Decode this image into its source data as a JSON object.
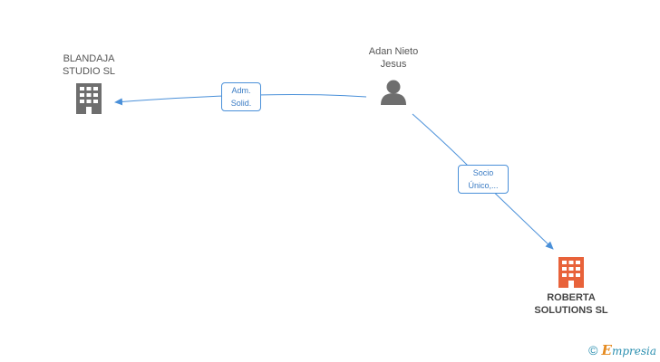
{
  "nodes": {
    "blandaja": {
      "label_line1": "BLANDAJA",
      "label_line2": "STUDIO SL",
      "icon": "building-icon",
      "color": "#6e6e6e"
    },
    "adan": {
      "label_line1": "Adan Nieto",
      "label_line2": "Jesus",
      "icon": "person-icon",
      "color": "#6e6e6e"
    },
    "roberta": {
      "label_line1": "ROBERTA",
      "label_line2": "SOLUTIONS SL",
      "icon": "building-icon",
      "color": "#e8623a"
    }
  },
  "edges": {
    "adm": {
      "line1": "Adm.",
      "line2": "Solid."
    },
    "socio": {
      "line1": "Socio",
      "line2": "Único,..."
    }
  },
  "footer": {
    "copyright": "©",
    "brand_initial": "E",
    "brand_rest": "mpresia"
  },
  "colors": {
    "edge": "#4a90d9",
    "accent": "#e8623a",
    "brand": "#2a8fb0"
  }
}
